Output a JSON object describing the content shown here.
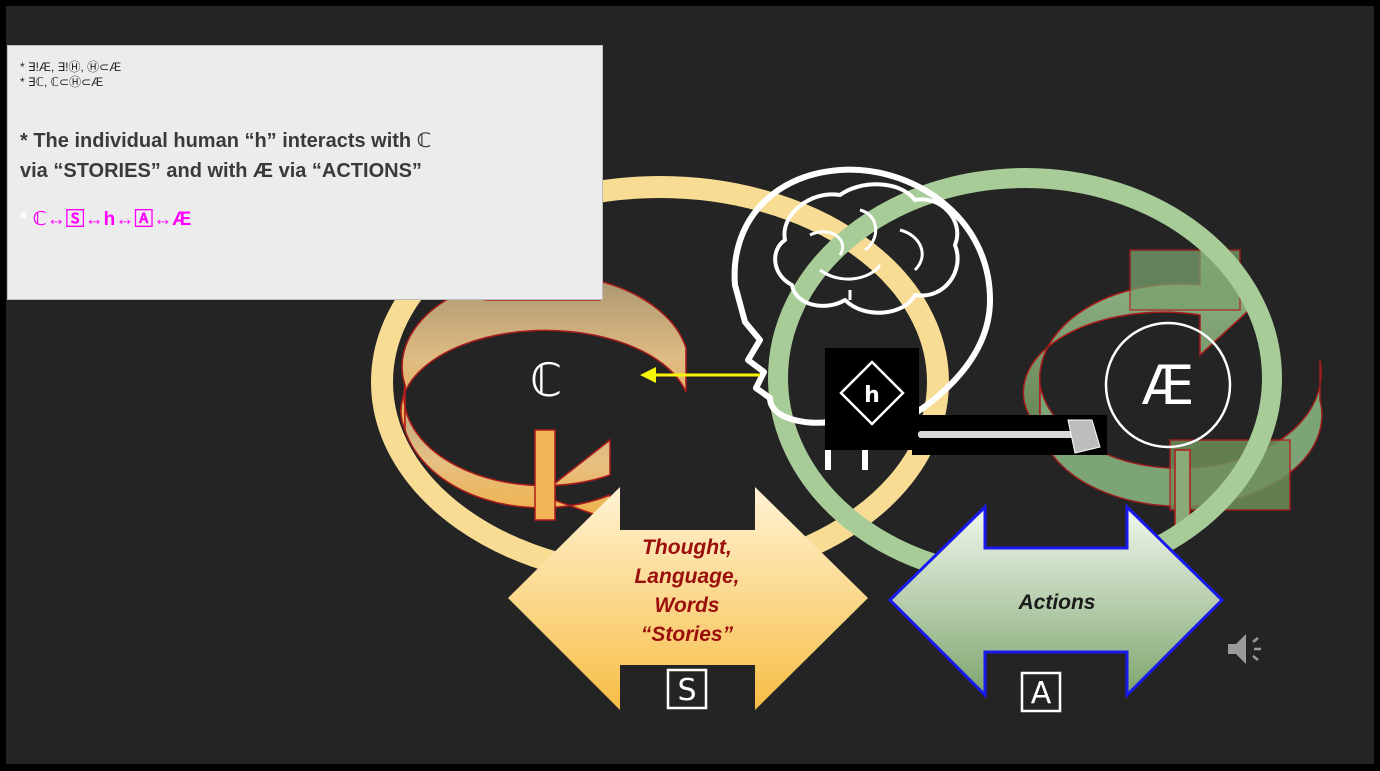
{
  "note": {
    "line1": "* ∃!Æ, ∃!Ⓗ, Ⓗ⊂Æ",
    "line2": "* ∃ℂ, ℂ⊂Ⓗ⊂Æ",
    "line3": "* The individual human “h” interacts with ℂ",
    "line4": "via “STORIES” and with Æ via “ACTIONS”",
    "flow_star": "*",
    "flow": "ℂ↔🅂↔h↔🄰↔Æ"
  },
  "diagram": {
    "c_symbol": "ℂ",
    "ae_symbol": "Æ",
    "h_symbol": "h",
    "s_symbol": "S",
    "a_symbol": "A",
    "stories_label": {
      "line1": "Thought,",
      "line2": "Language,",
      "line3": "Words",
      "line4": "“Stories”"
    },
    "actions_label": "Actions"
  },
  "colors": {
    "background": "#242424",
    "yellow_ring": "#f8dc94",
    "green_ring": "#a8cc98",
    "flow_text": "#ff00ff",
    "arrow_label": "#9a0e0e"
  },
  "icons": {
    "brain_head": "brain-head-icon",
    "axe": "axe-icon",
    "speaker": "speaker-icon"
  }
}
